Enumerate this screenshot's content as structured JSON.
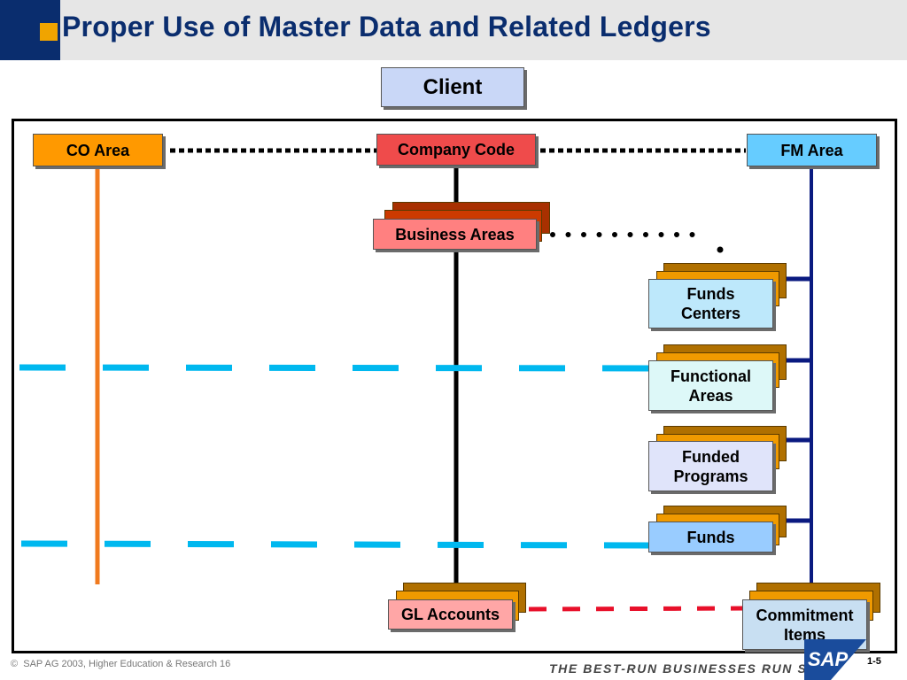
{
  "title": "Proper Use of Master Data and Related Ledgers",
  "nodes": {
    "client": "Client",
    "co_area": "CO Area",
    "company_code": "Company Code",
    "fm_area": "FM Area",
    "business_areas": "Business Areas",
    "funds_centers": "Funds Centers",
    "functional_areas": "Functional Areas",
    "funded_programs": "Funded Programs",
    "funds": "Funds",
    "gl_accounts": "GL Accounts",
    "commitment_items": "Commitment Items"
  },
  "footer": {
    "copyright_symbol": "©",
    "copyright": "SAP AG 2003, Higher Education & Research 16",
    "slogan": "THE BEST-RUN BUSINESSES RUN SAP",
    "page": "1-5",
    "logo": "SAP"
  },
  "colors": {
    "title": "#0a2d6e",
    "client": "#c9d7f7",
    "co_area": "#ff9900",
    "company_code": "#ef4b4b",
    "fm_area": "#66ccff",
    "business_areas": "#ff8080",
    "funds_centers": "#bde8fb",
    "functional_areas": "#ddf8f8",
    "funded_programs": "#e0e4fa",
    "funds": "#99ccff",
    "gl_accounts": "#ffa6a6",
    "commitment_items": "#c8dff2"
  }
}
